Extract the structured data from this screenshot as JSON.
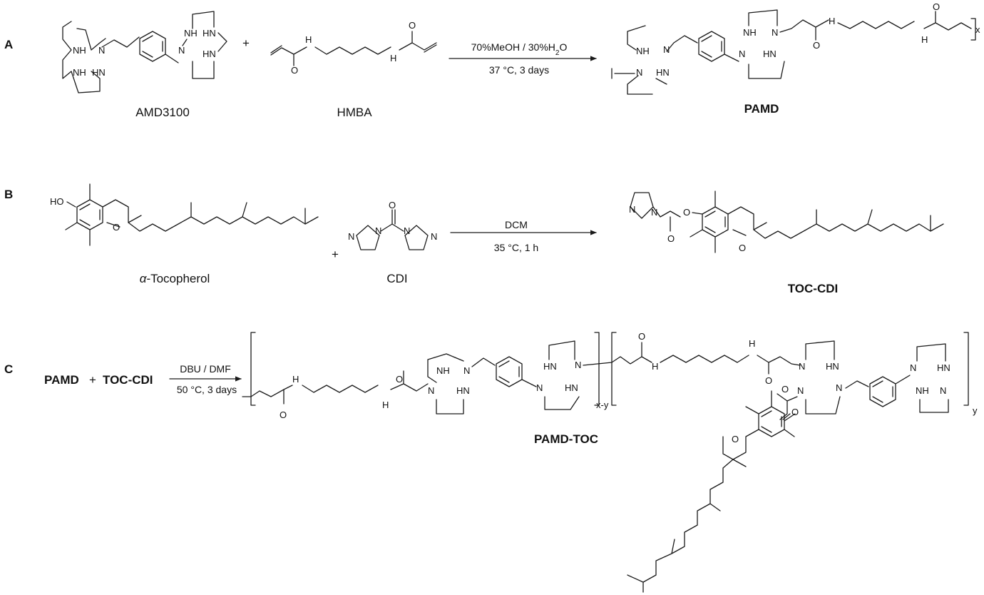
{
  "panels": {
    "a": "A",
    "b": "B",
    "c": "C"
  },
  "plus": "+",
  "reaction_a": {
    "reactant1": "AMD3100",
    "reactant2": "HMBA",
    "conditions_top_prefix": "70%MeOH / 30%H",
    "conditions_top_sub": "2",
    "conditions_top_suffix": "O",
    "conditions_bottom": "37 °C, 3 days",
    "product": "PAMD",
    "product_repeat": "x"
  },
  "reaction_b": {
    "reactant1_prefix": "α",
    "reactant1_suffix": "-Tocopherol",
    "reactant2": "CDI",
    "conditions_top": "DCM",
    "conditions_bottom": "35 °C, 1 h",
    "product": "TOC-CDI"
  },
  "reaction_c": {
    "reactant1": "PAMD",
    "reactant2": "TOC-CDI",
    "conditions_top": "DBU / DMF",
    "conditions_bottom": "50 °C, 3 days",
    "product": "PAMD-TOC",
    "repeat_1": "x-y",
    "repeat_2": "y"
  },
  "atoms": {
    "nh": "NH",
    "hn": "HN",
    "n": "N",
    "h": "H",
    "o": "O",
    "ho": "HO"
  }
}
